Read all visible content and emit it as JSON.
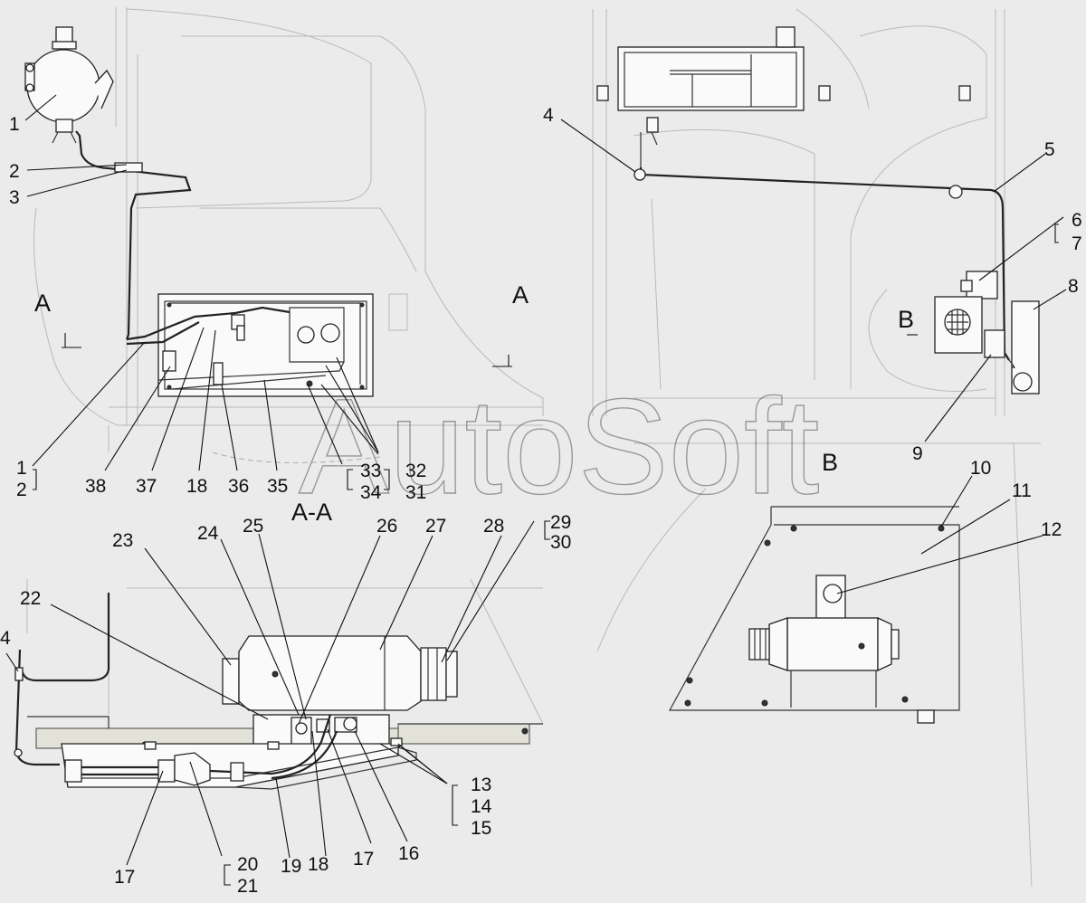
{
  "watermark": "AutoSoft",
  "views": {
    "section_a_left": "A",
    "section_a_right": "A",
    "section_aa": "A-A",
    "view_b_arrow": "B",
    "view_b_title": "B"
  },
  "callouts": {
    "c1_top": "1",
    "c2_top": "2",
    "c3_top": "3",
    "c4_top": "4",
    "c5": "5",
    "c6": "6",
    "c7": "7",
    "c8": "8",
    "c9": "9",
    "c10": "10",
    "c11": "11",
    "c12": "12",
    "c1_bot": "1",
    "c2_bot": "2",
    "c38": "38",
    "c37": "37",
    "c18_top": "18",
    "c36": "36",
    "c35": "35",
    "c33": "33",
    "c34": "34",
    "c32": "32",
    "c31": "31",
    "c29": "29",
    "c30": "30",
    "c28": "28",
    "c27": "27",
    "c26": "26",
    "c25": "25",
    "c24": "24",
    "c23": "23",
    "c22": "22",
    "c4_aa": "4",
    "c13": "13",
    "c14": "14",
    "c15": "15",
    "c16": "16",
    "c17_right": "17",
    "c18_bot": "18",
    "c19": "19",
    "c20": "20",
    "c21": "21",
    "c17_left": "17"
  }
}
